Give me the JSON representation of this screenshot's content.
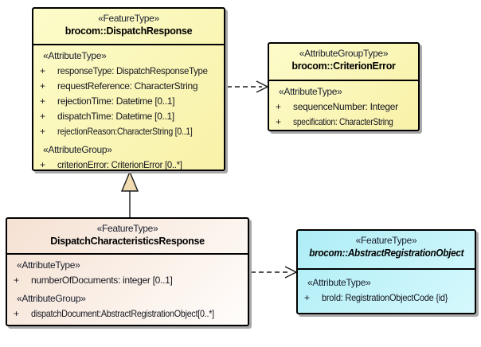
{
  "diagram": {
    "kind": "uml-class-diagram",
    "background": "#ffffff",
    "palette": {
      "yellow_box_top": "#fdfcca",
      "yellow_box_bottom": "#f8f1a8",
      "peach_box_top": "#f5e1d2",
      "peach_box_bottom": "#fffdfb",
      "cyan_box_top": "#aeedf6",
      "cyan_box_bottom": "#d6f9fd",
      "border": "#000000",
      "shadow": "#a9a9a9",
      "generalization_triangle_fill": "#f0dcb0",
      "text": "#16161f"
    },
    "classes": {
      "dispatchResponse": {
        "stereotype": "«FeatureType»",
        "name": "brocom::DispatchResponse",
        "attr_heading": "«AttributeType»",
        "group_heading": "«AttributeGroup»",
        "attributes": [
          {
            "vis": "+",
            "text": "responseType: DispatchResponseType"
          },
          {
            "vis": "+",
            "text": "requestReference: CharacterString"
          },
          {
            "vis": "+",
            "text": "rejectionTime: Datetime [0..1]"
          },
          {
            "vis": "+",
            "text": "dispatchTime: Datetime [0..1]"
          },
          {
            "vis": "+",
            "text": "rejectionReason:CharacterString [0..1]"
          }
        ],
        "group_attributes": [
          {
            "vis": "+",
            "text": "criterionError: CriterionError [0..*]"
          }
        ]
      },
      "criterionError": {
        "stereotype": "«AttributeGroupType»",
        "name": "brocom::CriterionError",
        "attr_heading": "«AttributeType»",
        "attributes": [
          {
            "vis": "+",
            "text": "sequenceNumber: Integer"
          },
          {
            "vis": "+",
            "text": "specification: CharacterString"
          }
        ]
      },
      "dispatchCharacteristicsResponse": {
        "stereotype": "«FeatureType»",
        "name": "DispatchCharacteristicsResponse",
        "attr_heading": "«AttributeType»",
        "group_heading": "«AttributeGroup»",
        "attributes": [
          {
            "vis": "+",
            "text": "numberOfDocuments: integer [0..1]"
          }
        ],
        "group_attributes": [
          {
            "vis": "+",
            "text": "dispatchDocument:AbstractRegistrationObject[0..*]"
          }
        ]
      },
      "abstractRegistrationObject": {
        "stereotype": "«FeatureType»",
        "name": "brocom::AbstractRegistrationObject",
        "attr_heading": "«AttributeType»",
        "attributes": [
          {
            "vis": "+",
            "text": "broId: RegistrationObjectCode {id}"
          }
        ]
      }
    },
    "connectors": [
      {
        "type": "dependency",
        "from": "brocom::DispatchResponse",
        "to": "brocom::CriterionError"
      },
      {
        "type": "generalization",
        "from": "DispatchCharacteristicsResponse",
        "to": "brocom::DispatchResponse"
      },
      {
        "type": "dependency",
        "from": "DispatchCharacteristicsResponse",
        "to": "brocom::AbstractRegistrationObject"
      }
    ]
  }
}
